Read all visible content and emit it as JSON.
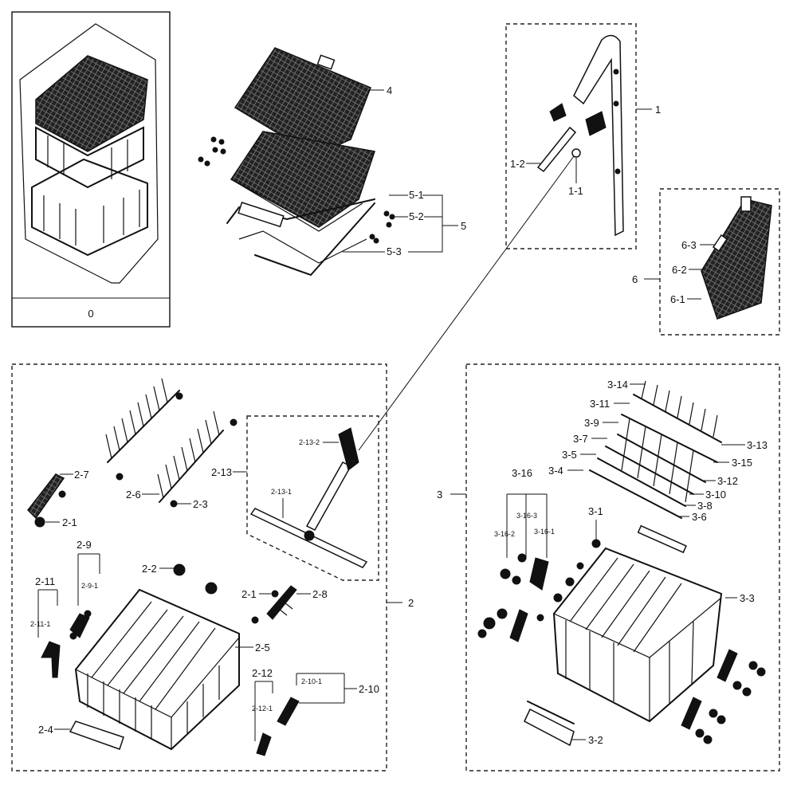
{
  "labels": {
    "box0": "0",
    "l1": "1",
    "l1_1": "1-1",
    "l1_2": "1-2",
    "l2": "2",
    "l2_1a": "2-1",
    "l2_1b": "2-1",
    "l2_2": "2-2",
    "l2_3": "2-3",
    "l2_4": "2-4",
    "l2_5": "2-5",
    "l2_6": "2-6",
    "l2_7": "2-7",
    "l2_8": "2-8",
    "l2_9": "2-9",
    "l2_9_1": "2-9-1",
    "l2_10": "2-10",
    "l2_10_1": "2-10-1",
    "l2_11": "2-11",
    "l2_11_1": "2-11-1",
    "l2_12": "2-12",
    "l2_12_1": "2-12-1",
    "l2_13": "2-13",
    "l2_13_1": "2-13-1",
    "l2_13_2": "2-13-2",
    "l3": "3",
    "l3_1": "3-1",
    "l3_2": "3-2",
    "l3_3": "3-3",
    "l3_4": "3-4",
    "l3_5": "3-5",
    "l3_6": "3-6",
    "l3_7": "3-7",
    "l3_8": "3-8",
    "l3_9": "3-9",
    "l3_10": "3-10",
    "l3_11": "3-11",
    "l3_12": "3-12",
    "l3_13": "3-13",
    "l3_14": "3-14",
    "l3_15": "3-15",
    "l3_16": "3-16",
    "l3_16_1": "3-16-1",
    "l3_16_2": "3-16-2",
    "l3_16_3": "3-16-3",
    "l4": "4",
    "l5": "5",
    "l5_1": "5-1",
    "l5_2": "5-2",
    "l5_3": "5-3",
    "l6": "6",
    "l6_1": "6-1",
    "l6_2": "6-2",
    "l6_3": "6-3"
  },
  "colors": {
    "ink": "#111111",
    "background": "#ffffff"
  }
}
